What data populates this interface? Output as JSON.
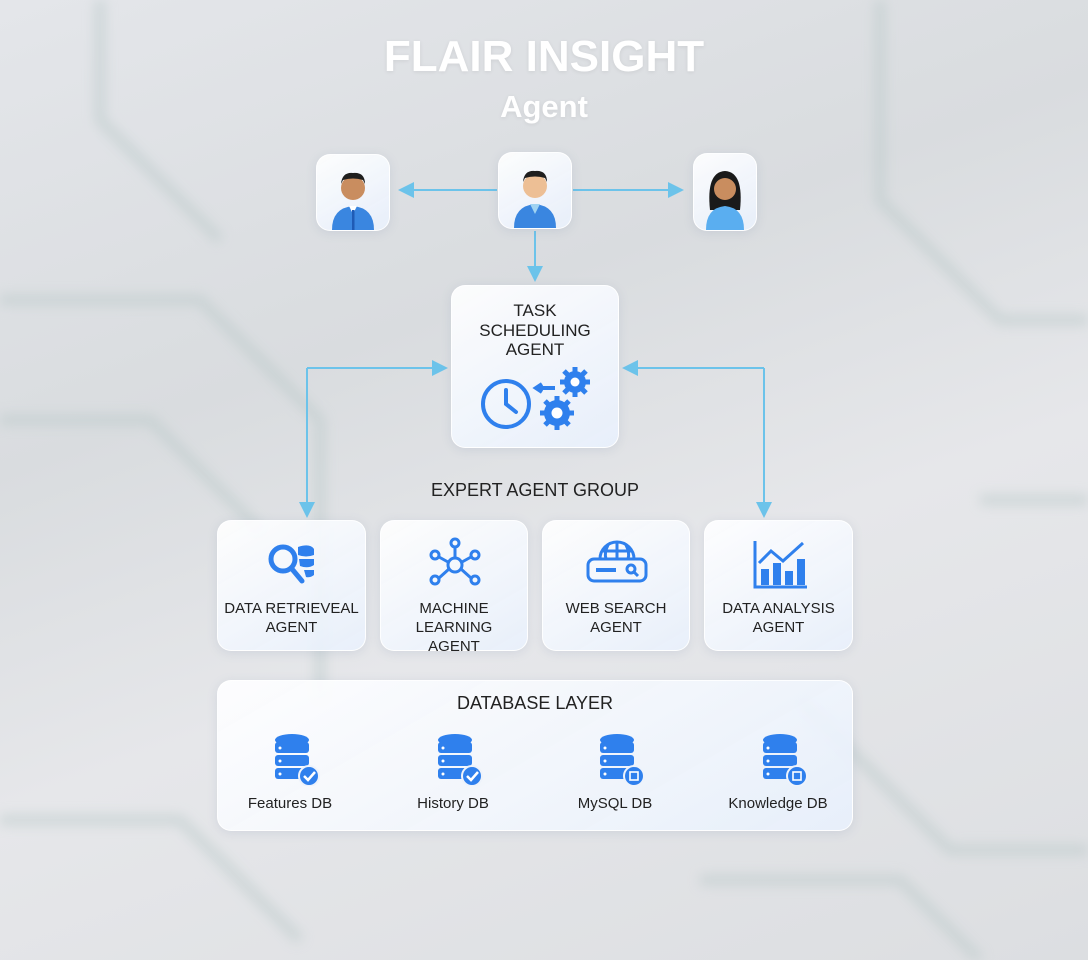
{
  "header": {
    "title": "FLAIR INSIGHT",
    "subtitle": "Agent"
  },
  "users": [
    {
      "icon": "male-user-icon"
    },
    {
      "icon": "male-user-icon"
    },
    {
      "icon": "female-user-icon"
    }
  ],
  "scheduler": {
    "lines": [
      "TASK",
      "SCHEDULING",
      "AGENT"
    ],
    "icon": "clock-gears-icon"
  },
  "expert_group": {
    "label": "EXPERT AGENT GROUP",
    "agents": [
      {
        "lines": [
          "DATA RETRIEVEAL",
          "AGENT"
        ],
        "icon": "database-search-icon"
      },
      {
        "lines": [
          "MACHINE LEARNING",
          "AGENT"
        ],
        "icon": "network-nodes-icon"
      },
      {
        "lines": [
          "WEB SEARCH",
          "AGENT"
        ],
        "icon": "web-search-icon"
      },
      {
        "lines": [
          "DATA ANALYSIS",
          "AGENT"
        ],
        "icon": "bar-chart-icon"
      }
    ]
  },
  "database_layer": {
    "label": "DATABASE LAYER",
    "dbs": [
      {
        "label": "Features DB"
      },
      {
        "label": "History DB"
      },
      {
        "label": "MySQL DB"
      },
      {
        "label": "Knowledge DB"
      }
    ]
  },
  "colors": {
    "accent": "#2f80ed",
    "connector": "#6cc3ea",
    "title": "#ffffff"
  }
}
